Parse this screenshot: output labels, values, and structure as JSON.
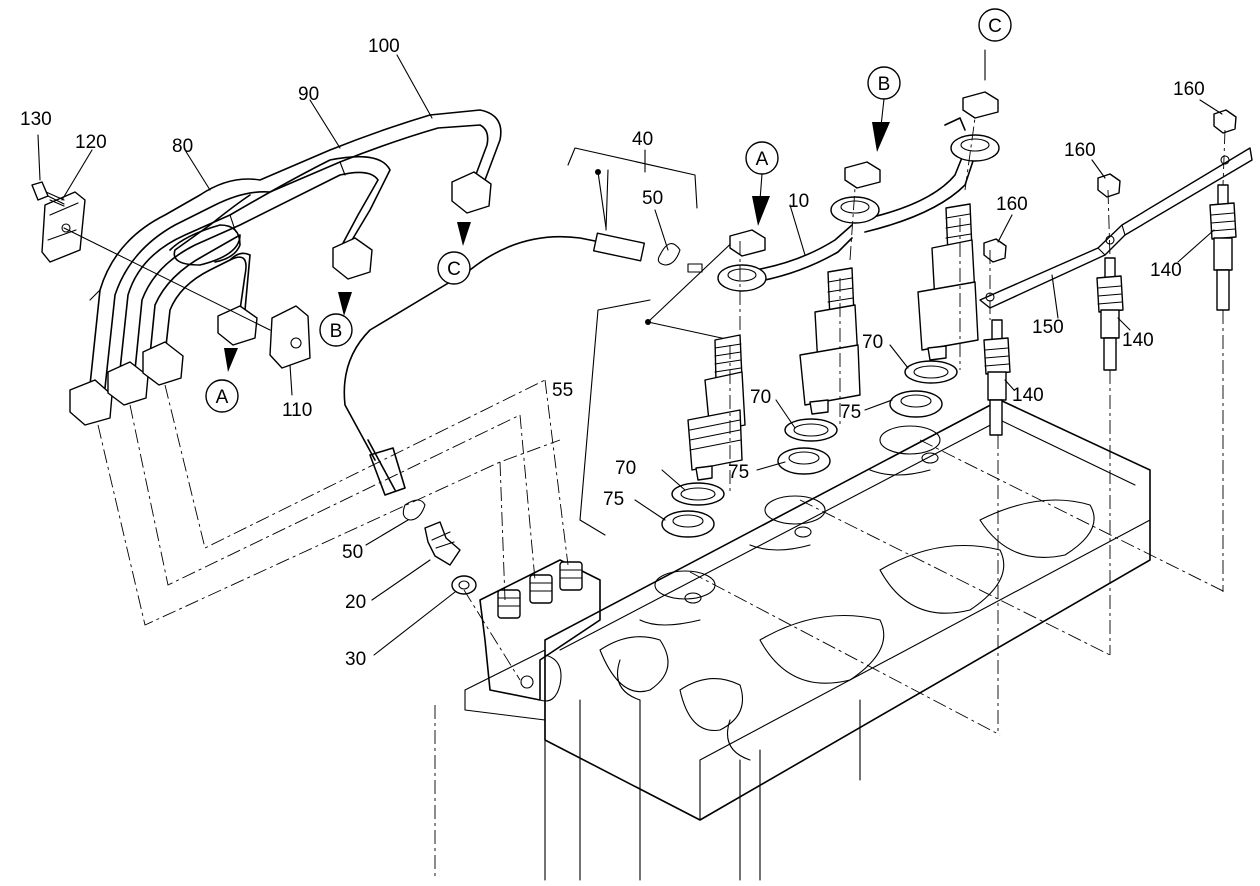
{
  "callouts": {
    "p10": "10",
    "p20": "20",
    "p30": "30",
    "p40": "40",
    "p50a": "50",
    "p50b": "50",
    "p55": "55",
    "p70a": "70",
    "p70b": "70",
    "p70c": "70",
    "p75a": "75",
    "p75b": "75",
    "p75c": "75",
    "p80": "80",
    "p90": "90",
    "p100": "100",
    "p110": "110",
    "p120": "120",
    "p130": "130",
    "p140a": "140",
    "p140b": "140",
    "p140c": "140",
    "p150": "150",
    "p160a": "160",
    "p160b": "160",
    "p160c": "160"
  },
  "connectors": {
    "a_top": "A",
    "b_top": "B",
    "c_top": "C",
    "a_left": "A",
    "b_left": "B",
    "c_left": "C"
  },
  "colors": {
    "line": "#000000",
    "background": "#ffffff"
  }
}
